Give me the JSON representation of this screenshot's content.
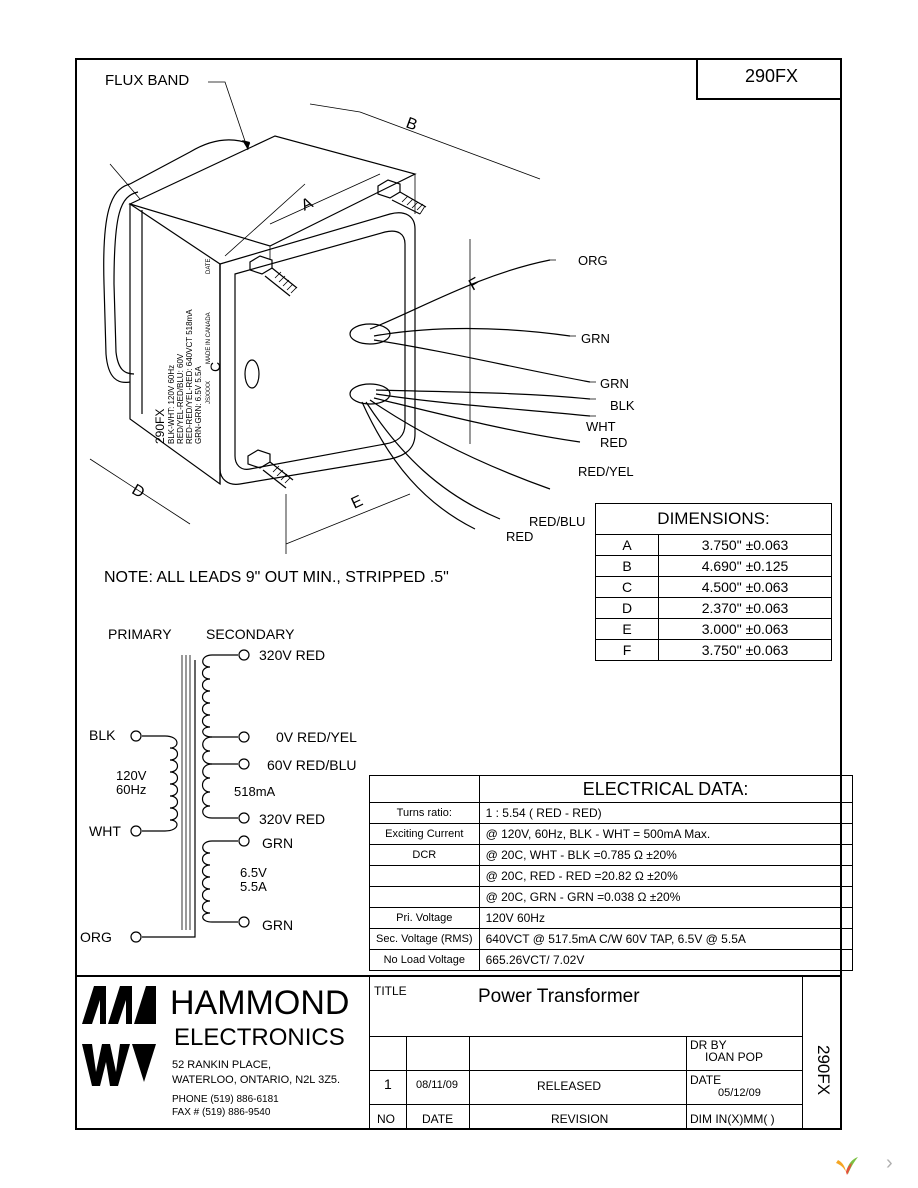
{
  "part_number": "290FX",
  "drawing": {
    "flux_band_label": "FLUX BAND",
    "dim_letters": {
      "a": "A",
      "b": "B",
      "c": "C",
      "d": "D",
      "e": "E",
      "f": "F"
    },
    "lead_labels": [
      "ORG",
      "GRN",
      "GRN",
      "BLK",
      "WHT",
      "RED",
      "RED/YEL",
      "RED/BLU",
      "RED"
    ],
    "label_lines": [
      "290FX",
      "BLK-WHT: 120V 60Hz",
      "RED/YEL-RED/BLU: 60V",
      "RED-RED/YEL-RED: 640VCT 518mA",
      "GRN-GRN: 6.5V 5.5A"
    ],
    "made_in": "MADE IN CANADA",
    "date_label": "DATE",
    "code": "JSXXXX"
  },
  "note": "NOTE:  ALL LEADS 9\" OUT MIN., STRIPPED .5\"",
  "dimensions": {
    "title": "DIMENSIONS:",
    "rows": [
      {
        "key": "A",
        "value": "3.750\"  ±0.063"
      },
      {
        "key": "B",
        "value": "4.690\"  ±0.125"
      },
      {
        "key": "C",
        "value": "4.500\"   ±0.063"
      },
      {
        "key": "D",
        "value": "2.370\"  ±0.063"
      },
      {
        "key": "E",
        "value": "3.000\"  ±0.063"
      },
      {
        "key": "F",
        "value": "3.750\"  ±0.063"
      }
    ]
  },
  "schematic": {
    "primary": "PRIMARY",
    "secondary": "SECONDARY",
    "blk": "BLK",
    "wht": "WHT",
    "org": "ORG",
    "pri_voltage": "120V",
    "pri_freq": "60Hz",
    "s1": "320V  RED",
    "s2": "0V  RED/YEL",
    "s3": "60V  RED/BLU",
    "s_current": "518mA",
    "s4": "320V  RED",
    "grn1": "GRN",
    "grn2": "GRN",
    "lv_voltage": "6.5V",
    "lv_current": "5.5A"
  },
  "electrical": {
    "title": "ELECTRICAL DATA:",
    "rows": [
      {
        "label": "Turns ratio:",
        "value": "1 : 5.54 ( RED - RED)"
      },
      {
        "label": "Exciting Current",
        "value": "@ 120V, 60Hz, BLK - WHT = 500mA            Max."
      },
      {
        "label": "DCR",
        "value": "@ 20C, WHT - BLK =0.785  Ω        ±20%"
      },
      {
        "label": "",
        "value": "@ 20C, RED - RED =20.82  Ω        ±20%"
      },
      {
        "label": "",
        "value": "@ 20C, GRN - GRN =0.038 Ω        ±20%"
      },
      {
        "label": "Pri. Voltage",
        "value": "120V 60Hz"
      },
      {
        "label": "Sec. Voltage (RMS)",
        "value": "640VCT @ 517.5mA C/W 60V TAP, 6.5V @ 5.5A"
      },
      {
        "label": "No Load Voltage",
        "value": "665.26VCT/ 7.02V"
      }
    ]
  },
  "company": {
    "name1": "HAMMOND",
    "name2": "ELECTRONICS",
    "addr1": "52 RANKIN PLACE,",
    "addr2": "WATERLOO, ONTARIO, N2L 3Z5.",
    "phone": "PHONE (519) 886-6181",
    "fax": "FAX # (519) 886-9540"
  },
  "title_block": {
    "title_label": "TITLE",
    "title": "Power Transformer",
    "dr_by_label": "DR BY",
    "dr_by": "IOAN POP",
    "date_label": "DATE",
    "date": "05/12/09",
    "rev_no": "1",
    "rev_date": "08/11/09",
    "revision": "RELEASED",
    "col_no": "NO",
    "col_date": "DATE",
    "col_revision": "REVISION",
    "units": "DIM IN(X)MM( )",
    "side_part": "290FX"
  }
}
